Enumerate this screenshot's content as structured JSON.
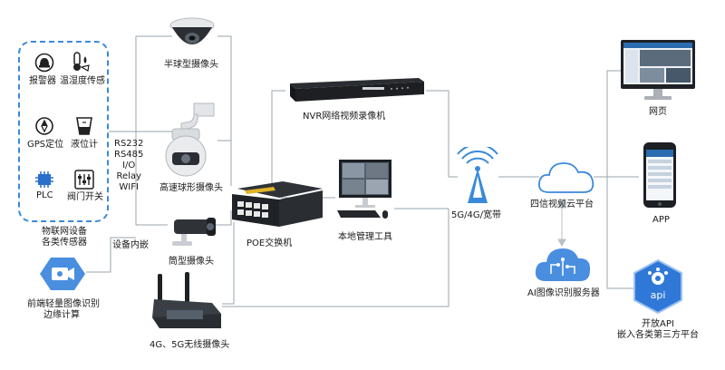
{
  "sensors": {
    "alarm": "报警器",
    "temp_humidity": "温湿度传感",
    "gps": "GPS定位",
    "level_meter": "液位计",
    "plc": "PLC",
    "valve_switch": "阀门开关"
  },
  "iot_caption": {
    "line1": "物联网设备",
    "line2": "各类传感器"
  },
  "protocols": [
    "RS232",
    "RS485",
    "I/O",
    "Relay",
    "WIFI"
  ],
  "edge": {
    "embedded_label": "设备内嵌",
    "line1": "前端轻量图像识别",
    "line2": "边缘计算"
  },
  "cameras": {
    "dome": "半球型摄像头",
    "speed_dome": "高速球形摄像头",
    "bullet": "筒型摄像头",
    "wireless": "4G、5G无线摄像头"
  },
  "devices": {
    "nvr": "NVR网络视频录像机",
    "poe": "POE交换机",
    "local_tool": "本地管理工具"
  },
  "network": {
    "label": "5G/4G/宽带"
  },
  "cloud": {
    "label": "四信视频云平台"
  },
  "ai": {
    "label": "AI图像识别服务器"
  },
  "clients": {
    "web": "网页",
    "app": "APP",
    "api_line1": "开放API",
    "api_line2": "嵌入各类第三方平台",
    "api_badge": "api"
  },
  "colors": {
    "line": "#9aa4ad",
    "accent": "#3b8ad9",
    "icon_blue": "#2a6fc9"
  }
}
